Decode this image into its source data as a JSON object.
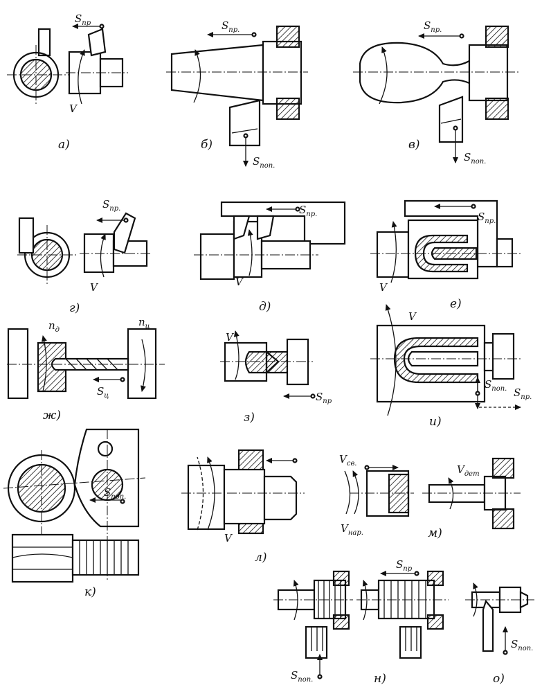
{
  "captions": {
    "a": "а)",
    "b": "б)",
    "v": "в)",
    "g": "г)",
    "d": "д)",
    "e": "е)",
    "zh": "ж)",
    "z": "з)",
    "i": "и)",
    "k": "к)",
    "l": "л)",
    "m": "м)",
    "n": "н)",
    "o": "о)"
  },
  "labels": {
    "s_pr": "S",
    "sub_pr": "пр",
    "sub_pr_dot": "пр.",
    "sub_pop": "поп.",
    "s_pop": "S",
    "v": "V",
    "n_d": "n",
    "sub_d": "д",
    "n_ts": "n",
    "sub_ts": "ц",
    "s_ts": "S",
    "v_sv": "V",
    "sub_sv": "св.",
    "v_nar": "V",
    "sub_nar": "нар.",
    "v_det": "V",
    "sub_det": "дет"
  }
}
